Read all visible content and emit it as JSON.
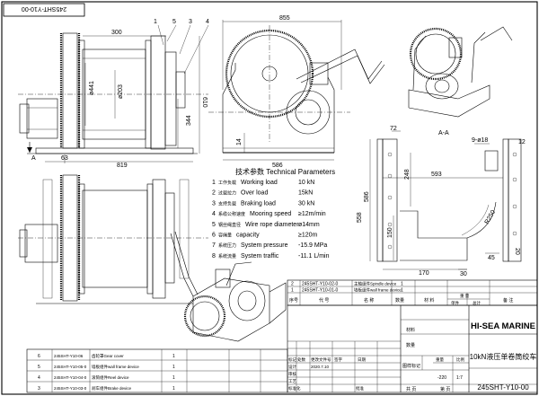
{
  "drawing_code_rotated": "245SHT-Y10-00",
  "section_label": "A-A",
  "section_mark": "A",
  "dims": {
    "d855": "855",
    "d300": "300",
    "d610": "610",
    "d441": "ø441",
    "d203": "ø203",
    "d344": "344",
    "d14": "14",
    "d63": "63",
    "d819": "819",
    "d586": "586",
    "d72": "72",
    "d12": "12",
    "d9_18": "9-ø18",
    "d593": "593",
    "d586b": "586",
    "d248": "248",
    "d558": "558",
    "d150": "150",
    "d170": "170",
    "d30": "30",
    "dR250": "R250",
    "d45": "45",
    "d20": "20"
  },
  "callouts": [
    "1",
    "5",
    "3",
    "4"
  ],
  "params": {
    "title": "技术参数  Technical Parameters",
    "rows": [
      {
        "no": "1",
        "cn": "工作负载",
        "en": "Working load",
        "val": "10 kN"
      },
      {
        "no": "2",
        "cn": "过载拉力",
        "en": "Over load",
        "val": "15kN"
      },
      {
        "no": "3",
        "cn": "支持负载",
        "en": "Braking load",
        "val": "30 kN"
      },
      {
        "no": "4",
        "cn": "系缆公称速度",
        "en": "Mooring speed",
        "val": "≥12m/min"
      },
      {
        "no": "5",
        "cn": "钢丝绳直径",
        "en": "Wire rope diameter",
        "val": "ø14mm"
      },
      {
        "no": "6",
        "cn": "容绳量",
        "en": "capacity",
        "val": "≥120m"
      },
      {
        "no": "7",
        "cn": "系统压力",
        "en": "System pressure",
        "val": "-15.9 MPa"
      },
      {
        "no": "8",
        "cn": "系统流量",
        "en": "System traffic",
        "val": "-11.1 L/min"
      }
    ]
  },
  "bom_upper": [
    {
      "no": "2",
      "code": "245SHT-Y10-02-0",
      "name": "主轴组件Spindle device",
      "qty": "1"
    },
    {
      "no": "1",
      "code": "245SHT-Y10-01-0",
      "name": "墙板组件wall frame device",
      "qty": "1"
    }
  ],
  "bom_header": [
    "序号",
    "代 号",
    "名 称",
    "数量",
    "材 料",
    "单件",
    "总计",
    "备 注"
  ],
  "bom_header_sub": "重  量",
  "bom_lower": [
    {
      "no": "6",
      "code": "245SHT-Y10-06",
      "name": "齿轮罩Gear cover",
      "qty": "1"
    },
    {
      "no": "5",
      "code": "245SHT-Y10-05-0",
      "name": "墙板组件wall frame device",
      "qty": "1"
    },
    {
      "no": "4",
      "code": "245SHT-Y10-04-0",
      "name": "滚筒组件Reel device",
      "qty": "1"
    },
    {
      "no": "3",
      "code": "245SHT-Y10-03-0",
      "name": "刹车组件Brake device",
      "qty": "1"
    }
  ],
  "title_block": {
    "company": "HI-SEA MARINE",
    "product": "10kN液压单卷筒绞车",
    "drawing_no": "245SHT-Y10-00",
    "material": "材料",
    "quantity": "数量",
    "stage": "图样标记",
    "weight": "重量",
    "scale": "比例",
    "weight_val": "-220",
    "scale_val": "1:7",
    "total": "共  页",
    "page": "第  页",
    "date": "2020.7.10",
    "labels": [
      "标记",
      "处数",
      "更改文件号",
      "签字",
      "日期",
      "设计",
      "审核",
      "工艺",
      "标准化",
      "批准"
    ]
  }
}
